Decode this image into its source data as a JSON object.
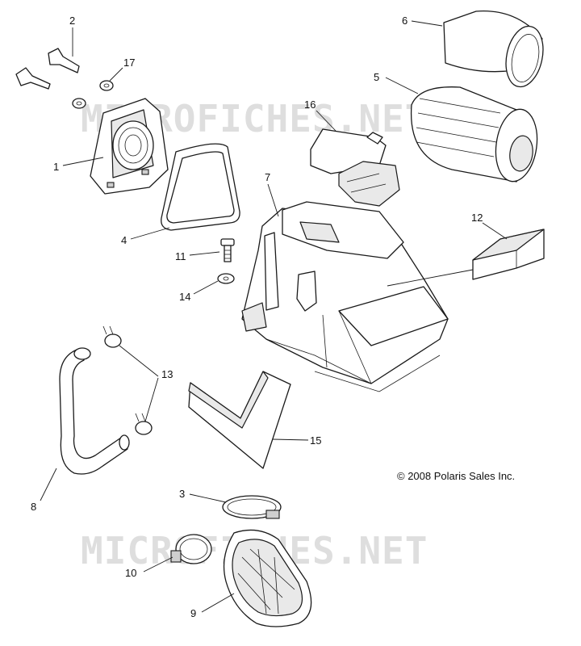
{
  "watermark_top": "MICROFICHES.NET",
  "watermark_bottom": "MICROFICHES.NET",
  "copyright": "© 2008 Polaris Sales Inc.",
  "callouts": {
    "c1": "1",
    "c2": "2",
    "c3": "3",
    "c4": "4",
    "c5": "5",
    "c6": "6",
    "c7": "7",
    "c8": "8",
    "c9": "9",
    "c10": "10",
    "c11": "11",
    "c12": "12",
    "c13": "13",
    "c14": "14",
    "c15": "15",
    "c16": "16",
    "c17": "17"
  }
}
